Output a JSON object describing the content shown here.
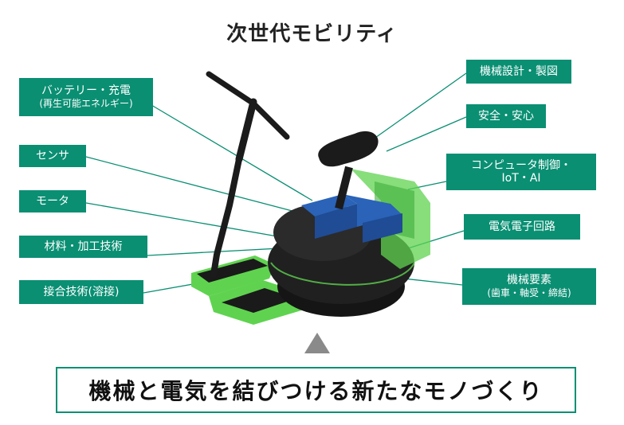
{
  "title": "次世代モビリティ",
  "labels_left": [
    {
      "id": "battery",
      "line1": "バッテリー・充電",
      "line2": "(再生可能エネルギー)"
    },
    {
      "id": "sensor",
      "line1": "センサ"
    },
    {
      "id": "motor",
      "line1": "モータ"
    },
    {
      "id": "material",
      "line1": "材料・加工技術"
    },
    {
      "id": "joining",
      "line1": "接合技術(溶接)"
    }
  ],
  "labels_right": [
    {
      "id": "mech-design",
      "line1": "機械設計・製図"
    },
    {
      "id": "safety",
      "line1": "安全・安心"
    },
    {
      "id": "computer",
      "line1": "コンピュータ制御・",
      "line2": "IoT・AI"
    },
    {
      "id": "circuit",
      "line1": "電気電子回路"
    },
    {
      "id": "mech-elements",
      "line1": "機械要素",
      "line2": "(歯車・軸受・締結)"
    }
  ],
  "banner": "機械と電気を結びつける新たなモノづくり",
  "colors": {
    "accent": "#0a8f73",
    "highlight": "#5fd34f",
    "device": "#1e1e1e",
    "battery": "#2a63b8"
  }
}
